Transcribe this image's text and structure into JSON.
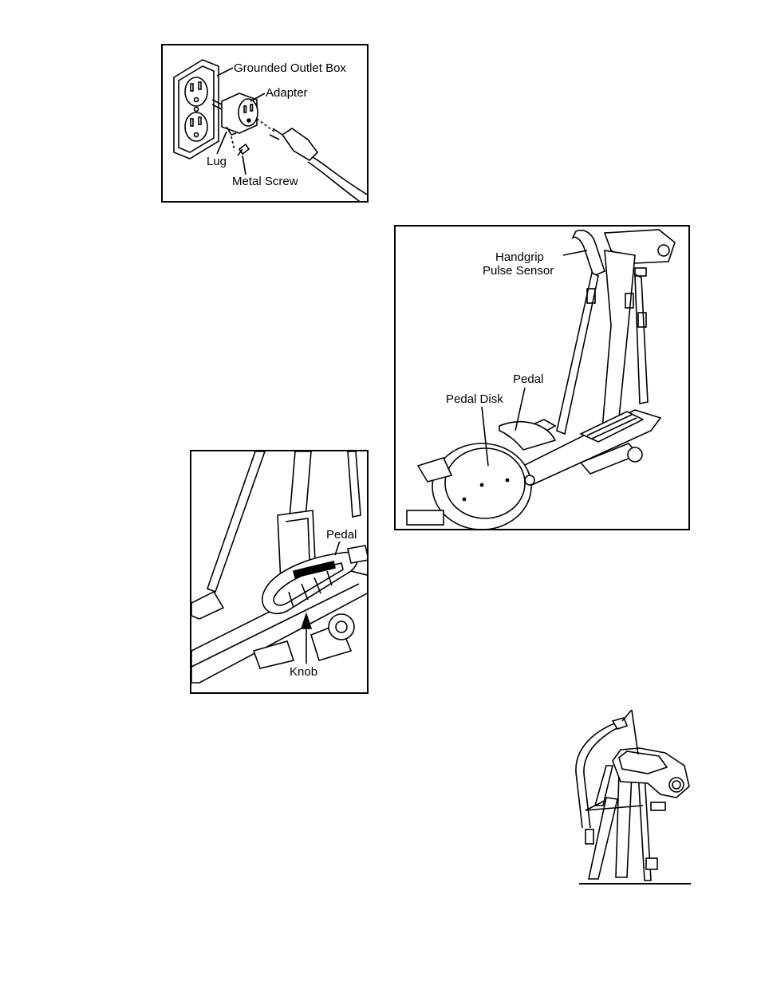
{
  "figures": {
    "outlet": {
      "labels": {
        "grounded_outlet_box": "Grounded Outlet Box",
        "adapter": "Adapter",
        "lug": "Lug",
        "metal_screw": "Metal Screw"
      }
    },
    "elliptical": {
      "labels": {
        "handgrip_line1": "Handgrip",
        "handgrip_line2": "Pulse Sensor",
        "pedal": "Pedal",
        "pedal_disk": "Pedal Disk"
      }
    },
    "pedal_detail": {
      "labels": {
        "pedal": "Pedal",
        "knob": "Knob"
      }
    },
    "console_detail": {
      "labels": {}
    }
  }
}
